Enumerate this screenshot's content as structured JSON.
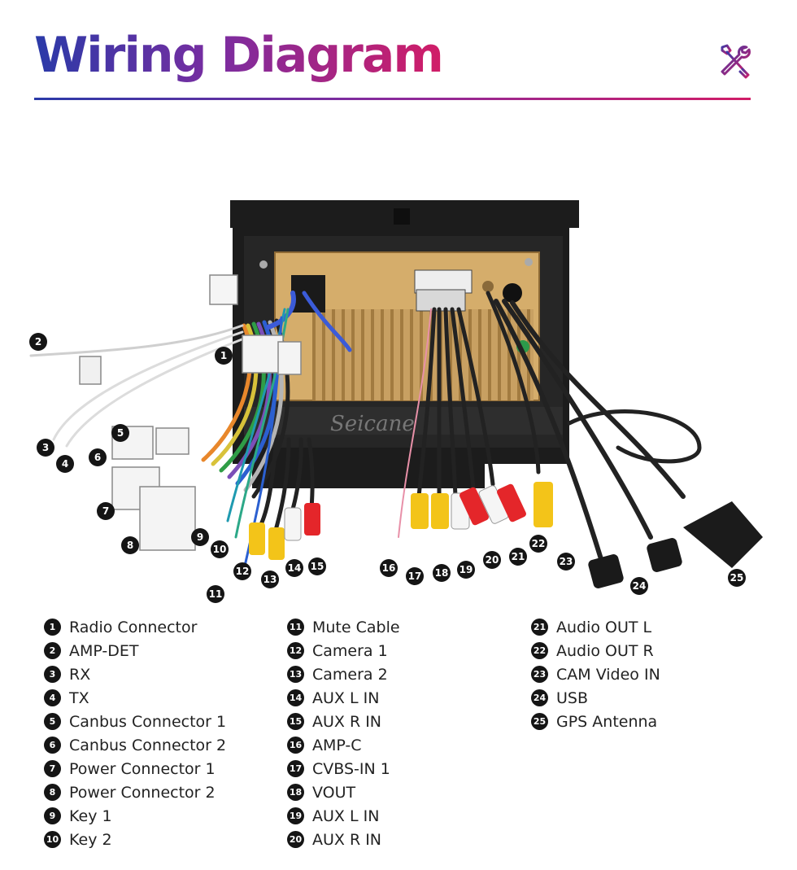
{
  "header": {
    "title": "Wiring Diagram",
    "icon": "tools-icon",
    "colors": {
      "blue": "#2a3aa8",
      "purple": "#7b2da0",
      "pink": "#d11d67"
    }
  },
  "diagram": {
    "brand": "Seicane",
    "callouts": [
      "1",
      "2",
      "3",
      "4",
      "5",
      "6",
      "7",
      "8",
      "9",
      "10",
      "11",
      "12",
      "13",
      "14",
      "15",
      "16",
      "17",
      "18",
      "19",
      "20",
      "21",
      "22",
      "23",
      "24",
      "25"
    ]
  },
  "legend": {
    "columns": [
      [
        {
          "num": "1",
          "label": "Radio Connector"
        },
        {
          "num": "2",
          "label": "AMP-DET"
        },
        {
          "num": "3",
          "label": "RX"
        },
        {
          "num": "4",
          "label": "TX"
        },
        {
          "num": "5",
          "label": "Canbus Connector 1"
        },
        {
          "num": "6",
          "label": "Canbus Connector 2"
        },
        {
          "num": "7",
          "label": "Power Connector 1"
        },
        {
          "num": "8",
          "label": "Power Connector 2"
        },
        {
          "num": "9",
          "label": "Key 1"
        },
        {
          "num": "10",
          "label": "Key 2"
        }
      ],
      [
        {
          "num": "11",
          "label": "Mute Cable"
        },
        {
          "num": "12",
          "label": "Camera 1"
        },
        {
          "num": "13",
          "label": "Camera 2"
        },
        {
          "num": "14",
          "label": "AUX L IN"
        },
        {
          "num": "15",
          "label": "AUX R IN"
        },
        {
          "num": "16",
          "label": "AMP-C"
        },
        {
          "num": "17",
          "label": "CVBS-IN 1"
        },
        {
          "num": "18",
          "label": "VOUT"
        },
        {
          "num": "19",
          "label": "AUX L IN"
        },
        {
          "num": "20",
          "label": "AUX R IN"
        }
      ],
      [
        {
          "num": "21",
          "label": "Audio OUT L"
        },
        {
          "num": "22",
          "label": "Audio OUT R"
        },
        {
          "num": "23",
          "label": "CAM Video IN"
        },
        {
          "num": "24",
          "label": "USB"
        },
        {
          "num": "25",
          "label": "GPS Antenna"
        }
      ]
    ]
  }
}
